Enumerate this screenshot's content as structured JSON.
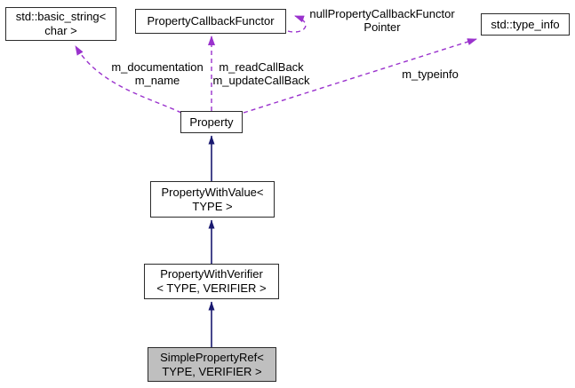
{
  "colors": {
    "background": "#ffffff",
    "text": "#000000",
    "node_border": "#2b2b2b",
    "node_fill": "#ffffff",
    "highlight_node_fill": "#bfbfbf",
    "inheritance_arrow": "#191970",
    "usage_arrow": "#9a32cd"
  },
  "nodes": [
    {
      "id": "std-basic-string",
      "label": "std::basic_string<\nchar >"
    },
    {
      "id": "property-callback-functor",
      "label": "PropertyCallbackFunctor"
    },
    {
      "id": "std-type-info",
      "label": "std::type_info"
    },
    {
      "id": "property",
      "label": "Property"
    },
    {
      "id": "property-with-value",
      "label": "PropertyWithValue<\nTYPE >"
    },
    {
      "id": "property-with-verifier",
      "label": "PropertyWithVerifier\n< TYPE, VERIFIER >"
    },
    {
      "id": "simple-property-ref",
      "label": "SimplePropertyRef<\nTYPE, VERIFIER >"
    }
  ],
  "edge_labels": [
    {
      "id": "documentation-name",
      "text": "m_documentation\nm_name"
    },
    {
      "id": "callbacks",
      "text": "m_readCallBack\nm_updateCallBack"
    },
    {
      "id": "typeinfo",
      "text": "m_typeinfo"
    },
    {
      "id": "null-functor-pointer",
      "text": "nullPropertyCallbackFunctor\nPointer"
    }
  ]
}
